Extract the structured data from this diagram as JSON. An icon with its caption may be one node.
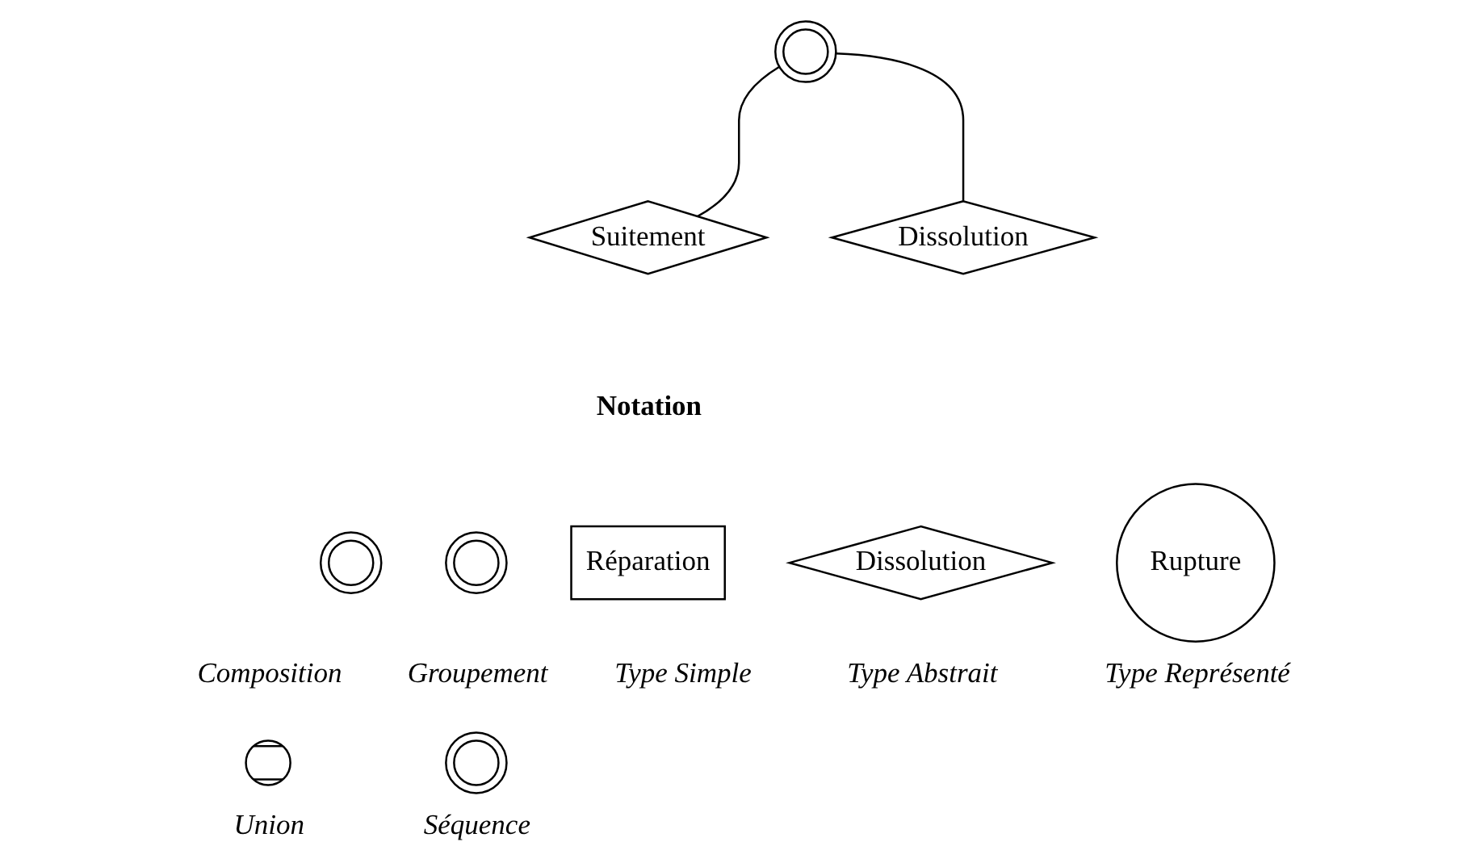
{
  "diagram": {
    "nodes": [
      {
        "text": [],
        "shape": "circle"
      },
      {
        "text": [
          "Suitement"
        ]
      },
      {
        "text": [
          "Dissolution"
        ]
      },
      {
        "text": [],
        "shape": "circle",
        "beside": [
          "Composition"
        ]
      },
      {
        "text": [],
        "shape": "circle",
        "beside": [
          "Groupement"
        ]
      },
      {
        "text": [
          "Réparation"
        ],
        "beside": [
          "Type Simple"
        ]
      },
      {
        "text": [
          "Dissolution"
        ],
        "beside": [
          "Type Abstrait"
        ]
      },
      {
        "text": [
          "Rupture"
        ],
        "beside": [
          "Type Représenté"
        ]
      },
      {
        "text": [],
        "shape": "circle",
        "beside": [
          "Union"
        ]
      },
      {
        "text": [],
        "shape": "circle",
        "beside": [
          "Séquence"
        ]
      }
    ],
    "edges": [
      {
        "from": 0,
        "to": 1,
        "arrow": "none"
      },
      {
        "from": 0,
        "to": 2,
        "arrow": "none"
      }
    ],
    "labels": [
      "Notation"
    ]
  }
}
